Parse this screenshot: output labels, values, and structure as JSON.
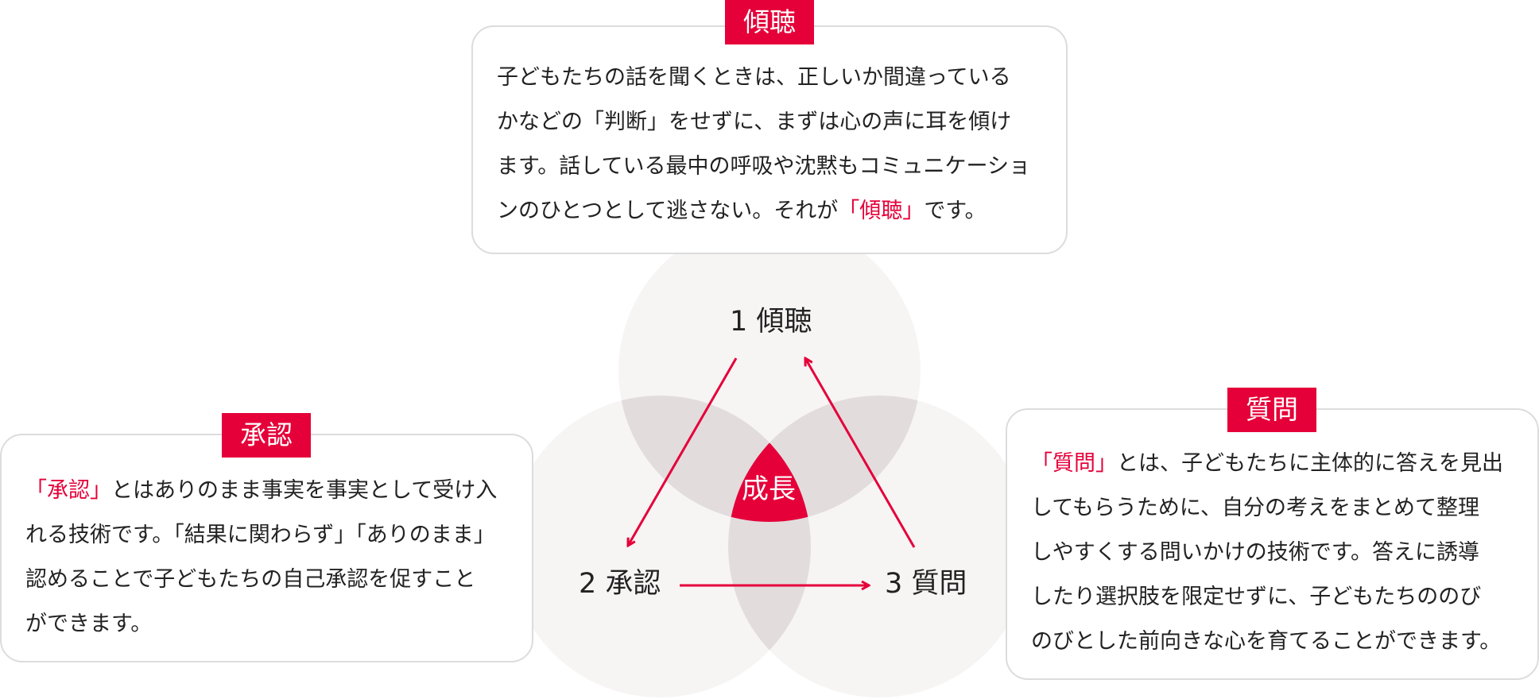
{
  "colors": {
    "accent": "#e50039",
    "circle": "#f7f4f4",
    "overlap": "#e2dcdd",
    "border": "#dcdcdc",
    "text": "#222222"
  },
  "listen": {
    "tag": "傾聴",
    "node_label": "1 傾聴",
    "lines": [
      "子どもたちの話を聞くときは、正しいか間違っている",
      "かなどの「判断」をせずに、まずは心の声に耳を傾け",
      "ます。話している最中の呼吸や沈黙もコミュニケーショ"
    ],
    "last_pre": "ンのひとつとして逃さない。それが",
    "last_hl": "「傾聴」",
    "last_post": "です。"
  },
  "accept": {
    "tag": "承認",
    "node_label": "2 承認",
    "first_hl": "「承認」",
    "first_post": "とはありのまま事実を事実として受け入",
    "lines": [
      "れる技術です。「結果に関わらず」「ありのまま」",
      "認めることで子どもたちの自己承認を促すこと",
      "ができます。"
    ]
  },
  "question": {
    "tag": "質問",
    "node_label": "3 質問",
    "first_hl": "「質問」",
    "first_post": "とは、子どもたちに主体的に答えを見出",
    "lines": [
      "してもらうために、自分の考えをまとめて整理",
      "しやすくする問いかけの技術です。答えに誘導",
      "したり選択肢を限定せずに、子どもたちののび",
      "のびとした前向きな心を育てることができます。"
    ]
  },
  "center": {
    "label": "成長"
  }
}
